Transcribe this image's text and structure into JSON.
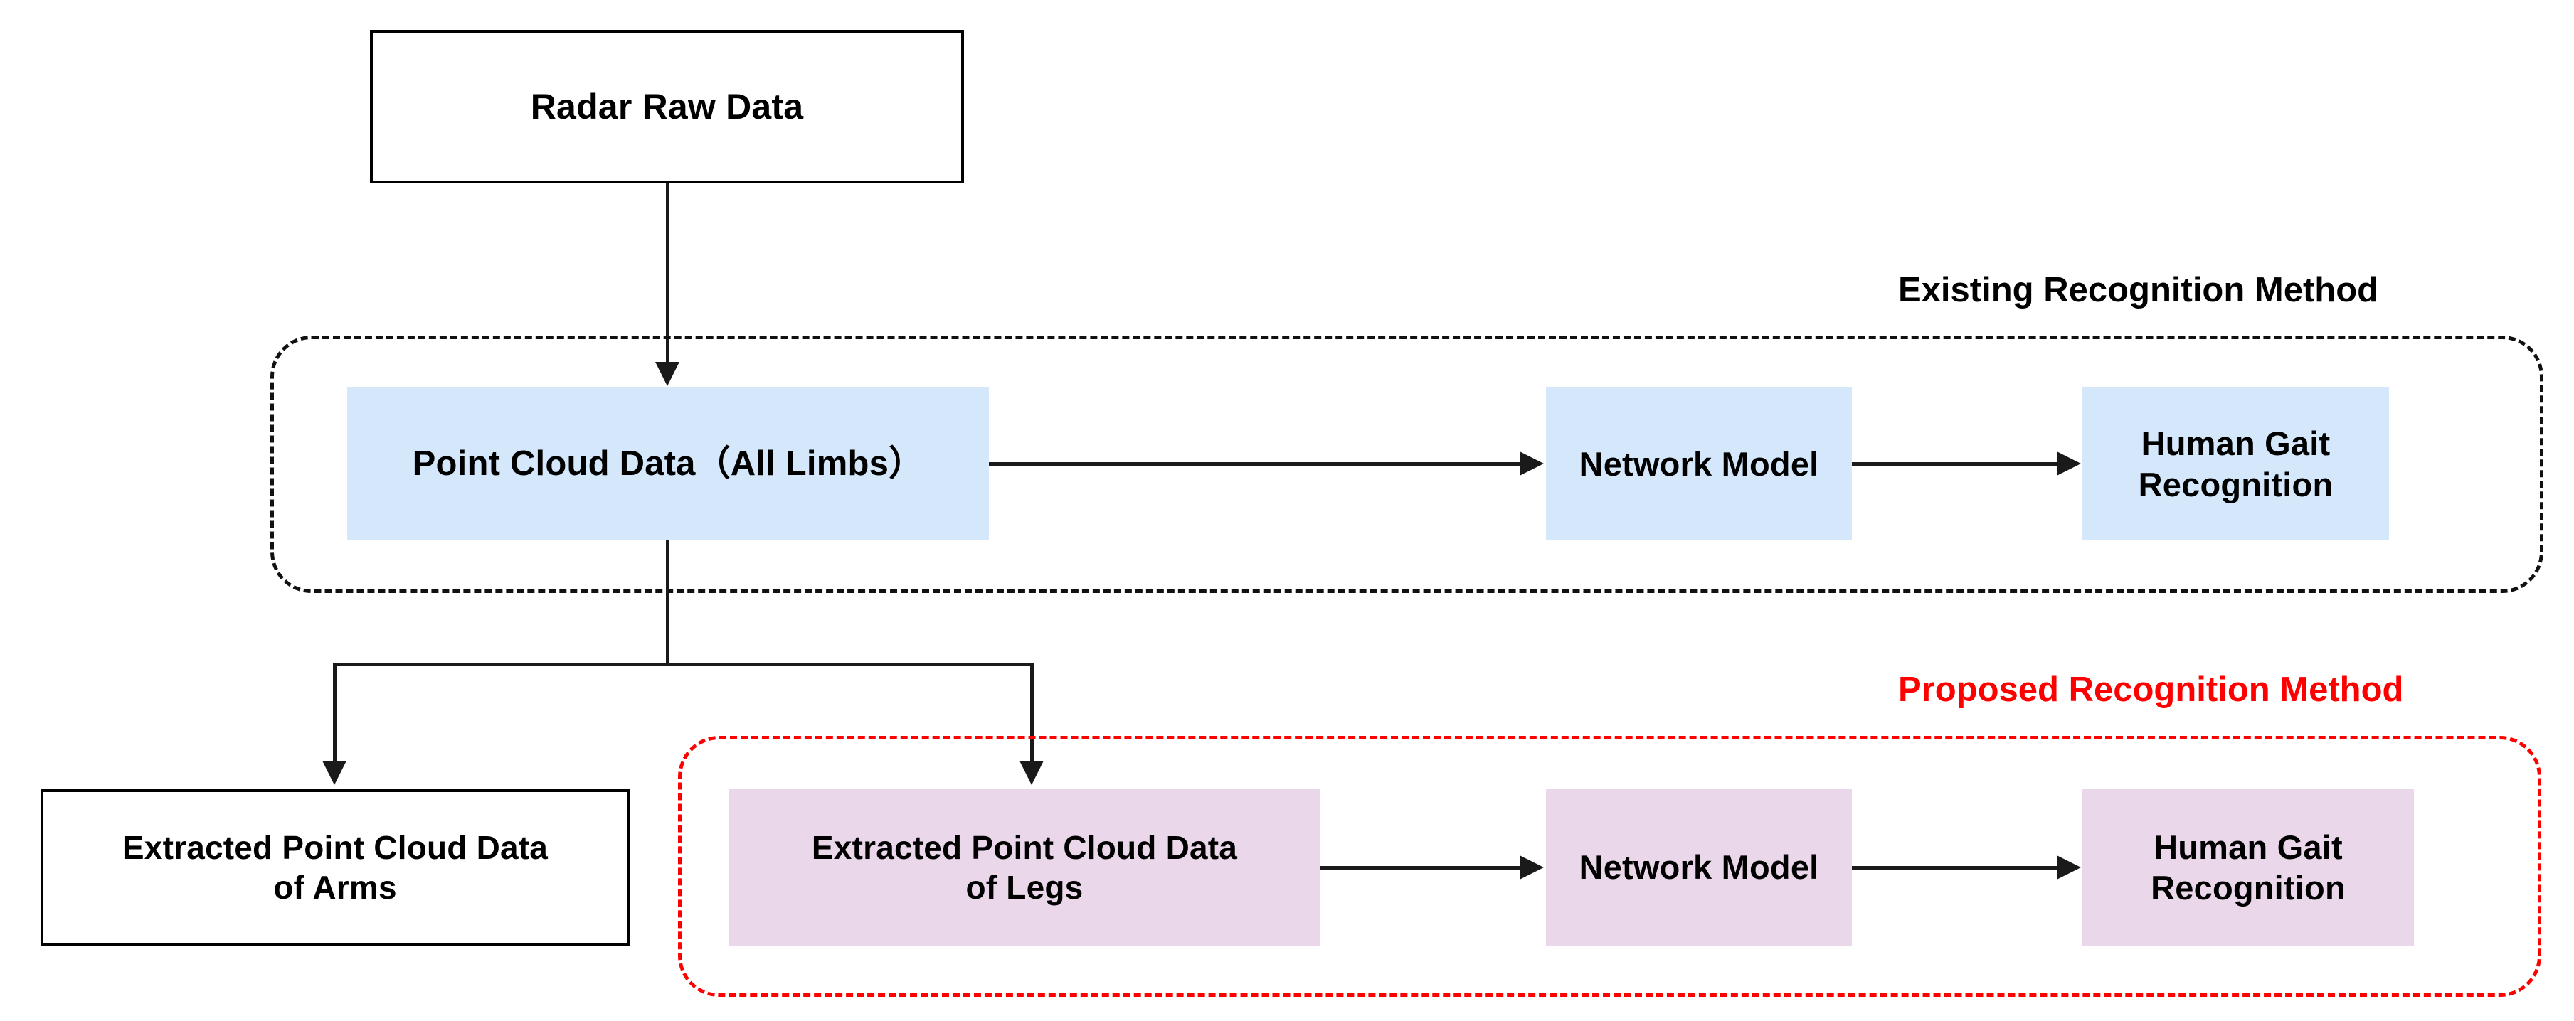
{
  "diagram": {
    "title": "Radar point cloud human gait recognition pipeline",
    "colors": {
      "blue_fill": "#d4e7fb",
      "purple_fill": "#ead7ea",
      "white_fill": "#ffffff",
      "line": "#1a1a1a",
      "existing_frame": "#111111",
      "proposed_frame": "#fe0000",
      "proposed_caption": "#fe0000"
    },
    "nodes": {
      "radar_raw_data": "Radar Raw Data",
      "point_cloud_all_limbs": "Point Cloud Data（All Limbs）",
      "network_model_existing": "Network Model",
      "human_gait_recognition_existing_line1": "Human Gait",
      "human_gait_recognition_existing_line2": "Recognition",
      "extracted_arms_line1": "Extracted Point Cloud Data",
      "extracted_arms_line2": "of Arms",
      "extracted_legs_line1": "Extracted Point Cloud Data",
      "extracted_legs_line2": "of Legs",
      "network_model_proposed": "Network Model",
      "human_gait_recognition_proposed_line1": "Human Gait",
      "human_gait_recognition_proposed_line2": "Recognition"
    },
    "captions": {
      "existing_method": "Existing Recognition Method",
      "proposed_method": "Proposed Recognition Method"
    }
  }
}
